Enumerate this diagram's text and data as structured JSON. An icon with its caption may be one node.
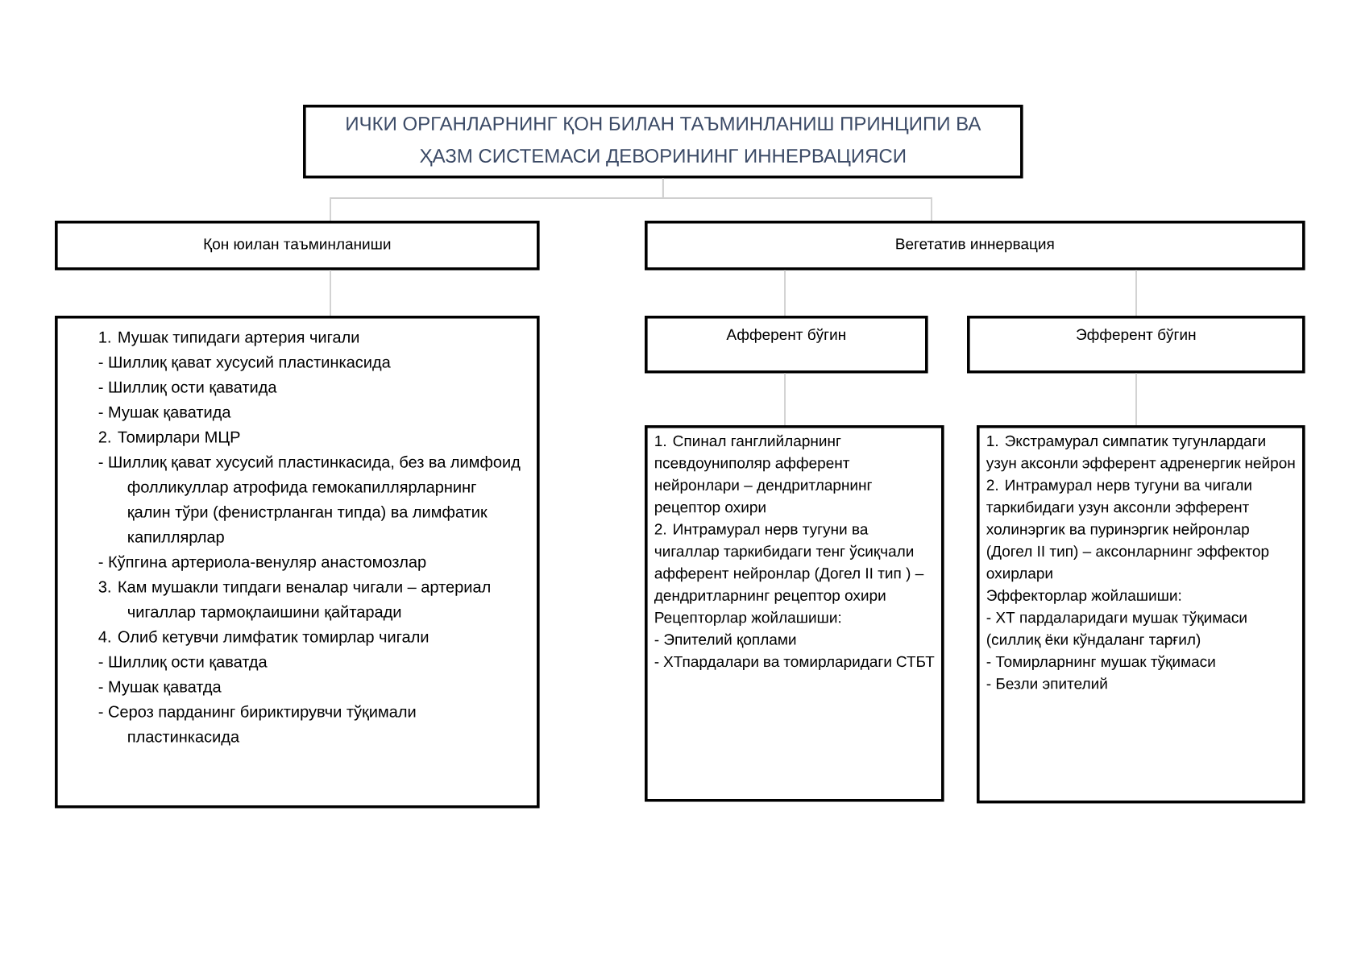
{
  "diagram": {
    "nodes": [
      {
        "text": [
          "ИЧКИ ОРГАНЛАРНИНГ ҚОН БИЛАН ТАЪМИНЛАНИШ ПРИНЦИПИ ВА ҲАЗМ СИСТЕМАСИ ДЕВОРИНИНГ ИННЕРВАЦИЯСИ"
        ]
      },
      {
        "text": [
          "Қон юилан таъминланиши"
        ]
      },
      {
        "text": [
          "Вегетатив иннервация"
        ]
      },
      {
        "text": [
          "1. Мушак типидаги артерия чигали",
          "- Шиллиқ қават хусусий пластинкасида",
          "- Шиллиқ ости қаватида",
          "- Мушак қаватида",
          "2. Томирлари МЦР",
          "- Шиллиқ қават хусусий пластинкасида, без ва лимфоид фолликуллар атрофида гемокапиллярларнинг қалин тўри (фенистрланган типда) ва лимфатик капиллярлар",
          "- Кўпгина артериола-венуляр анастомозлар",
          "3. Кам мушакли типдаги веналар чигали – артериал чигаллар тармоқлаишини қайтаради",
          "4. Олиб кетувчи лимфатик томирлар чигали",
          "- Шиллиқ ости қаватда",
          "- Мушак қаватда",
          "- Сероз парданинг бириктирувчи тўқимали пластинкасида"
        ]
      },
      {
        "text": [
          "Афферент бўгин"
        ]
      },
      {
        "text": [
          "Эфферент бўгин"
        ]
      },
      {
        "text": [
          "1. Спинал ганглийларнинг псевдоуниполяр афферент нейронлари – дендритларнинг рецептор охири",
          "2. Интрамурал нерв тугуни ва чигаллар таркибидаги тенг ўсиқчали афферент нейронлар (Догел II тип ) – дендритларнинг рецептор охири",
          "Рецепторлар жойлашиши:",
          "- Эпителий қоплами",
          "- ХТпардалари ва томирларидаги СТБТ"
        ]
      },
      {
        "text": [
          "1. Экстрамурал симпатик тугунлардаги узун аксонли эфферент адренергик нейрон",
          "2. Интрамурал нерв тугуни ва чигали таркибидаги узун аксонли эфферент холинэргик ва пуринэргик нейронлар (Догел II тип) – аксонларнинг эффектор охирлари",
          "Эффекторлар жойлашиши:",
          "- ХТ пардаларидаги мушак тўқимаси (силлиқ ёки кўндаланг тарғил)",
          "- Томирларнинг мушак тўқимаси",
          "- Безли эпителий"
        ]
      }
    ],
    "edges": [
      {
        "from": 0,
        "to": 1,
        "arrow": "none"
      },
      {
        "from": 0,
        "to": 2,
        "arrow": "none"
      },
      {
        "from": 1,
        "to": 3,
        "arrow": "none"
      },
      {
        "from": 2,
        "to": 4,
        "arrow": "none"
      },
      {
        "from": 2,
        "to": 5,
        "arrow": "none"
      },
      {
        "from": 4,
        "to": 6,
        "arrow": "none"
      },
      {
        "from": 5,
        "to": 7,
        "arrow": "none"
      }
    ]
  }
}
